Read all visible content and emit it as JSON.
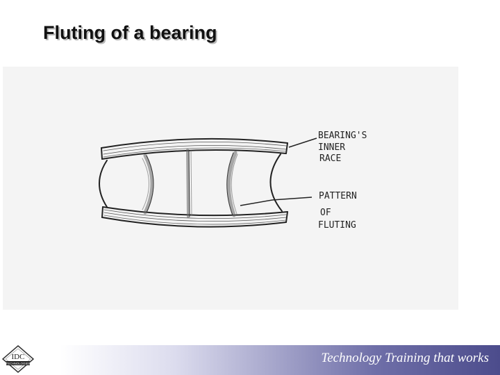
{
  "slide": {
    "title": "Fluting of a bearing"
  },
  "sketch": {
    "label_inner_race": [
      "BEARING'S",
      "INNER",
      "RACE"
    ],
    "label_pattern": [
      "PATTERN",
      "OF",
      "FLUTING"
    ]
  },
  "footer": {
    "tagline": "Technology Training that works",
    "logo_text": "IDC",
    "logo_subtext": "TECHNOLOGIES"
  },
  "colors": {
    "footer_gradient_start": "#ffffff",
    "footer_gradient_end": "#4c4c8c",
    "tagline": "#ffffff",
    "title": "#111111"
  }
}
